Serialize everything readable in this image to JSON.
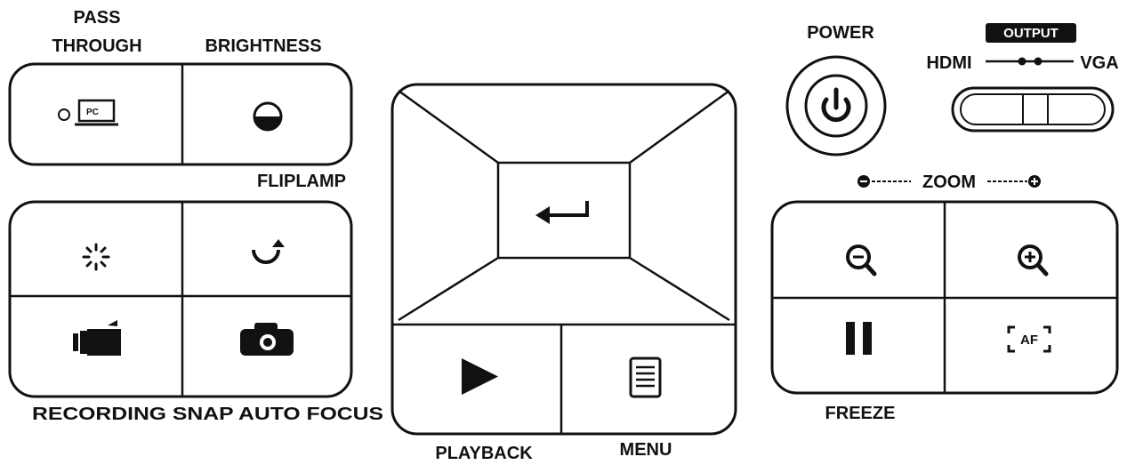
{
  "labels": {
    "pass_through_line1": "PASS",
    "pass_through_line2": "THROUGH",
    "brightness": "BRIGHTNESS",
    "fliplamp": "FLIPLAMP",
    "recording_snap_autofocus": "RECORDING SNAP AUTO FOCUS",
    "playback": "PLAYBACK",
    "menu": "MENU",
    "power": "POWER",
    "output": "OUTPUT",
    "hdmi": "HDMI",
    "vga": "VGA",
    "zoom": "ZOOM",
    "freeze": "FREEZE",
    "pc_icon_text": "PC",
    "af_icon_text": "AF"
  },
  "icons": {
    "pass_through": "pc-monitor-icon",
    "brightness": "half-circle-icon",
    "lamp": "lamp-burst-icon",
    "flip": "rotate-icon",
    "recording": "video-camera-icon",
    "snap": "camera-icon",
    "enter": "enter-return-icon",
    "playback": "play-icon",
    "menu": "menu-list-icon",
    "power": "power-icon",
    "zoom_out": "zoom-out-icon",
    "zoom_in": "zoom-in-icon",
    "freeze": "pause-icon",
    "auto_focus": "auto-focus-icon"
  },
  "colors": {
    "stroke": "#111111",
    "background": "#ffffff"
  }
}
